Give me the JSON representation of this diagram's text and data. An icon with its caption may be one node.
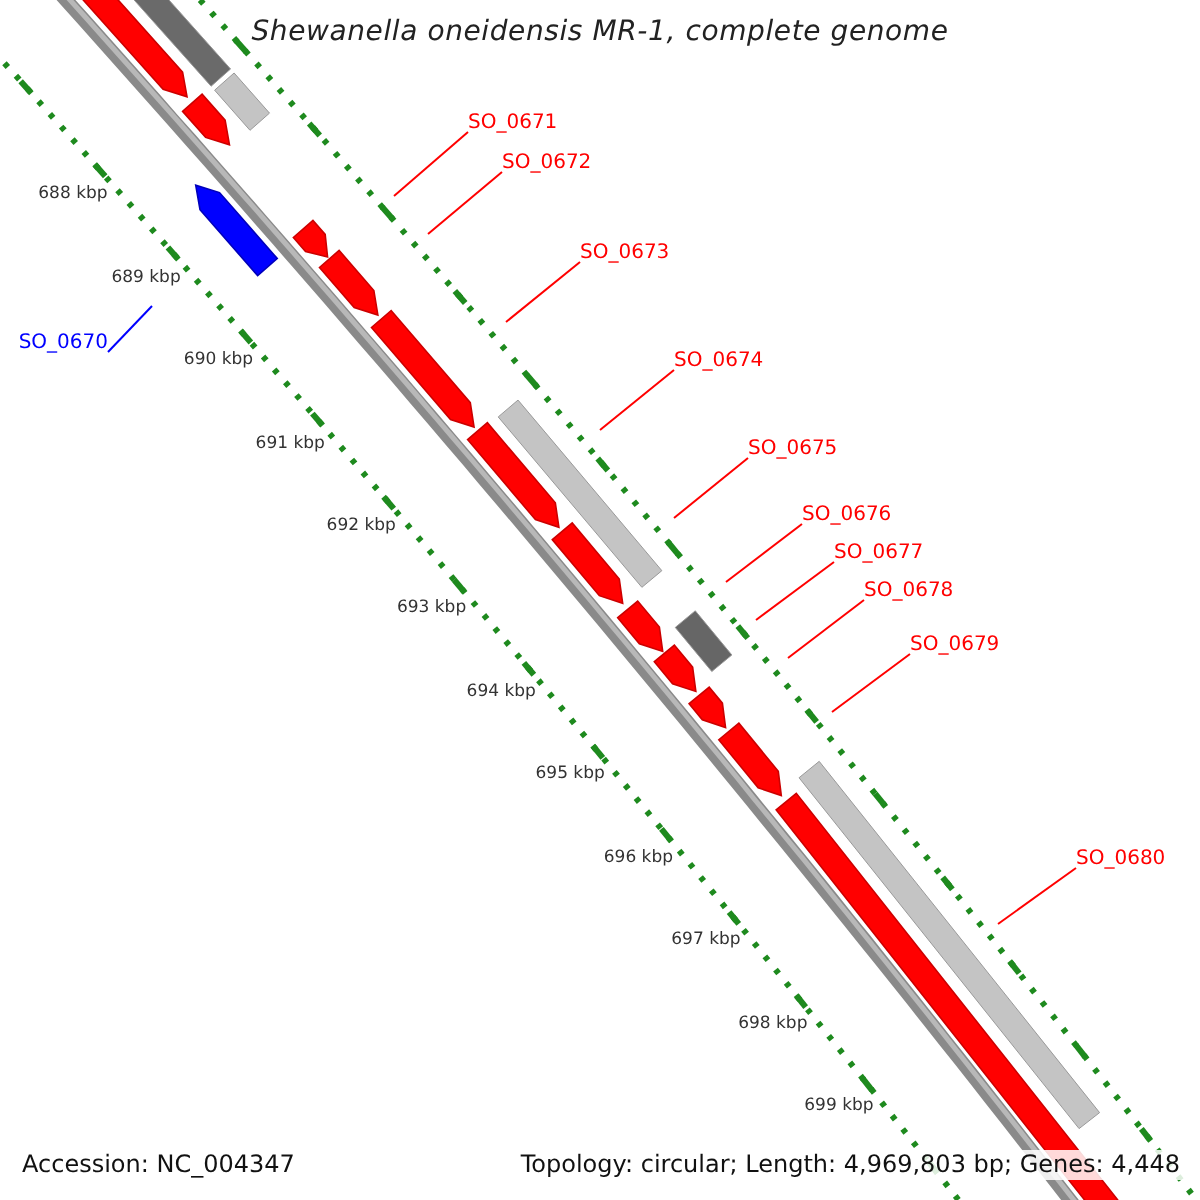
{
  "diagram": {
    "title": "Shewanella oneidensis MR-1, complete genome",
    "nodes": [
      {
        "text": [
          "SO_0670"
        ]
      },
      {
        "text": [
          "SO_0671"
        ]
      },
      {
        "text": [
          "SO_0672"
        ]
      },
      {
        "text": [
          "SO_0673"
        ]
      },
      {
        "text": [
          "SO_0674"
        ]
      },
      {
        "text": [
          "SO_0675"
        ]
      },
      {
        "text": [
          "SO_0676"
        ]
      },
      {
        "text": [
          "SO_0677"
        ]
      },
      {
        "text": [
          "SO_0678"
        ]
      },
      {
        "text": [
          "SO_0679"
        ]
      },
      {
        "text": [
          "SO_0680"
        ]
      }
    ],
    "edges": [
      {
        "from": 0,
        "to": null,
        "arrow": "none",
        "color": "#0000ff"
      },
      {
        "from": 1,
        "to": null,
        "arrow": "none"
      },
      {
        "from": 2,
        "to": null,
        "arrow": "none"
      },
      {
        "from": 3,
        "to": null,
        "arrow": "none"
      },
      {
        "from": 4,
        "to": null,
        "arrow": "none"
      },
      {
        "from": 5,
        "to": null,
        "arrow": "none"
      },
      {
        "from": 6,
        "to": null,
        "arrow": "none"
      },
      {
        "from": 7,
        "to": null,
        "arrow": "none"
      },
      {
        "from": 8,
        "to": null,
        "arrow": "none"
      },
      {
        "from": 9,
        "to": null,
        "arrow": "none"
      },
      {
        "from": 10,
        "to": null,
        "arrow": "none"
      }
    ],
    "labels": [
      "688 kbp",
      "689 kbp",
      "690 kbp",
      "691 kbp",
      "692 kbp",
      "693 kbp",
      "694 kbp",
      "695 kbp",
      "696 kbp",
      "697 kbp",
      "698 kbp",
      "699 kbp",
      "Accession: NC_004347",
      "Topology: circular; Length: 4,969,803 bp; Genes: 4,448"
    ]
  }
}
